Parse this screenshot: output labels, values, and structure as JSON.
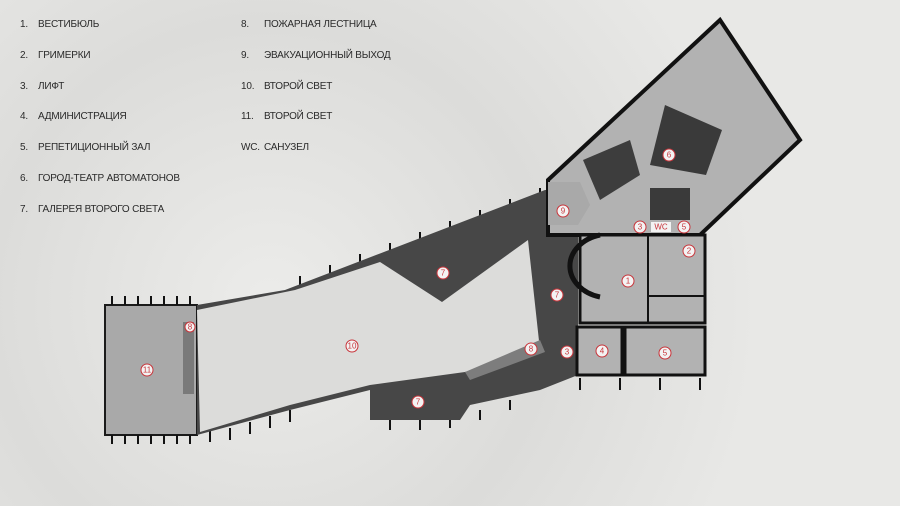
{
  "legend": [
    {
      "num": "1.",
      "text": "ВЕСТИБЮЛЬ"
    },
    {
      "num": "2.",
      "text": "ГРИМЕРКИ"
    },
    {
      "num": "3.",
      "text": "ЛИФТ"
    },
    {
      "num": "4.",
      "text": "АДМИНИСТРАЦИЯ"
    },
    {
      "num": "5.",
      "text": "РЕПЕТИЦИОННЫЙ ЗАЛ"
    },
    {
      "num": "6.",
      "text": "ГОРОД-ТЕАТР АВТОМАТОНОВ"
    },
    {
      "num": "7.",
      "text": "ГАЛЕРЕЯ ВТОРОГО СВЕТА"
    },
    {
      "num": "8.",
      "text": "ПОЖАРНАЯ ЛЕСТНИЦА"
    },
    {
      "num": "9.",
      "text": "ЭВАКУАЦИОННЫЙ ВЫХОД"
    },
    {
      "num": "10.",
      "text": "ВТОРОЙ СВЕТ"
    },
    {
      "num": "11.",
      "text": "ВТОРОЙ СВЕТ"
    },
    {
      "num": "WC.",
      "text": "САНУЗЕЛ"
    }
  ],
  "plan_labels": [
    "7",
    "7",
    "7",
    "10",
    "11",
    "8",
    "8",
    "9",
    "3",
    "WC",
    "5",
    "2",
    "1",
    "3",
    "4",
    "5",
    "6"
  ],
  "colors": {
    "label_red": "#c8343a",
    "dark": "#474747",
    "light": "#dcdcda",
    "mid": "#b0b0b0"
  }
}
